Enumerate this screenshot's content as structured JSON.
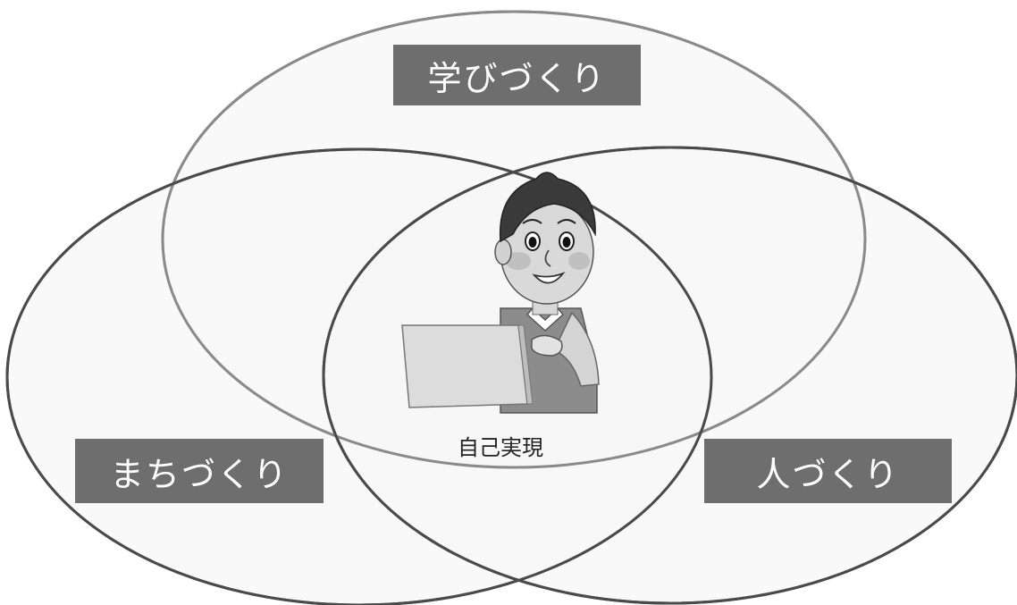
{
  "labels": {
    "top": "学びづくり",
    "left": "まちづくり",
    "right": "人づくり",
    "center": "自己実現"
  },
  "colors": {
    "circle_fill": "#f7f7f7",
    "circle_stroke": "#5a5a5a",
    "label_bg": "#6e6e6e",
    "label_text": "#ffffff"
  },
  "figure": {
    "subject": "person-with-laptop-illustration"
  }
}
